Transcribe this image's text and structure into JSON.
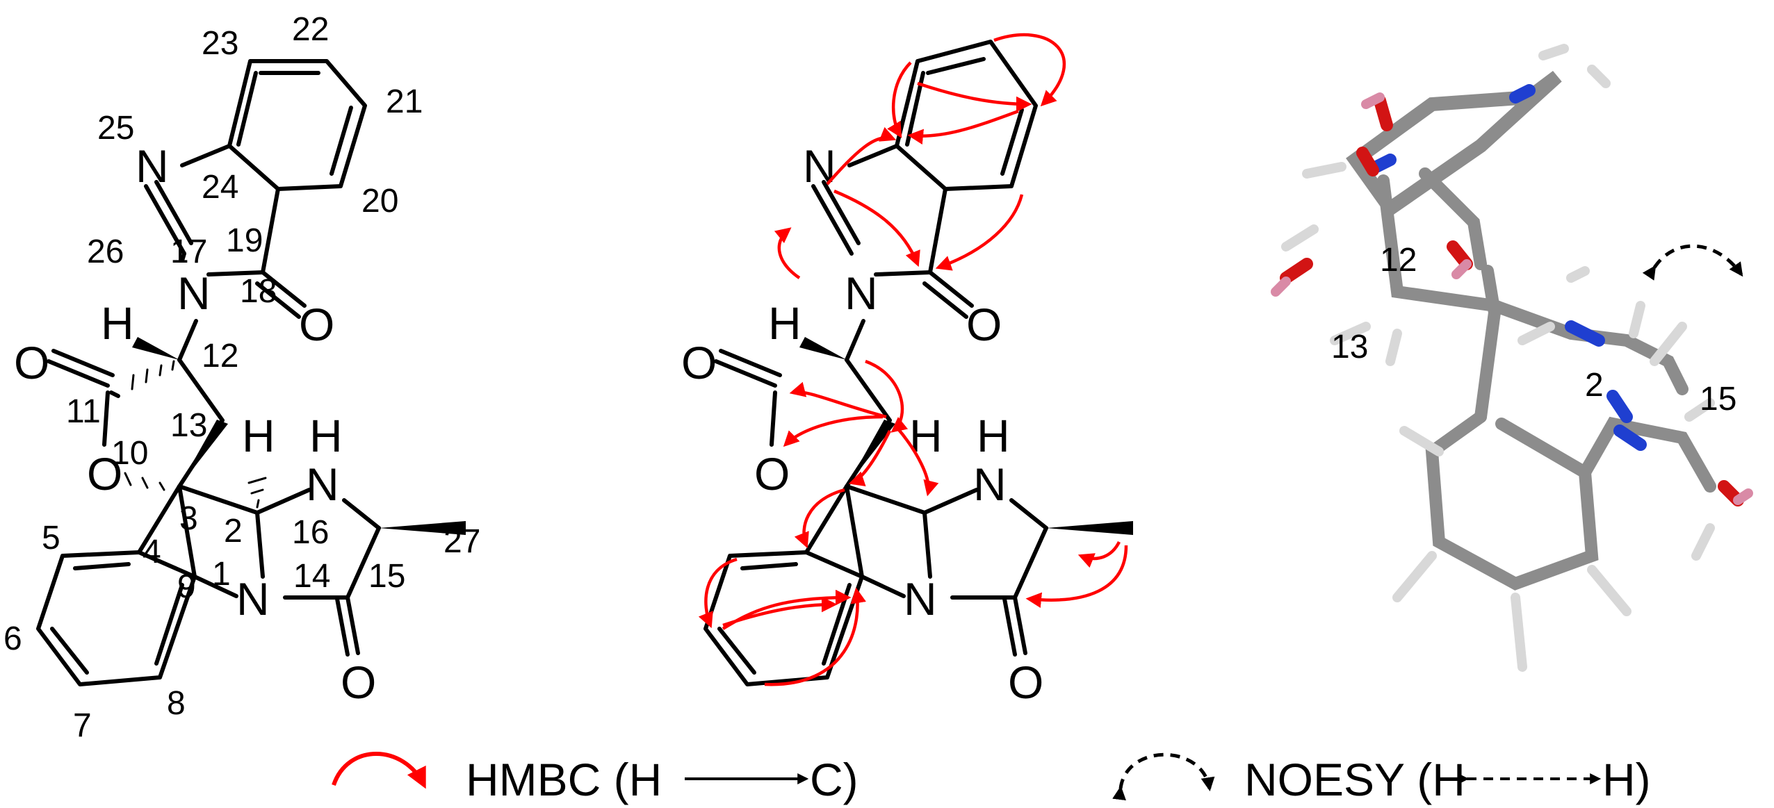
{
  "structure": {
    "atoms": {
      "N": "N",
      "H": "H",
      "O": "O"
    },
    "numbers": [
      "23",
      "22",
      "21",
      "25",
      "24",
      "20",
      "19",
      "26",
      "17",
      "18",
      "12",
      "11",
      "13",
      "10",
      "3",
      "2",
      "16",
      "5",
      "4",
      "9",
      "1",
      "14",
      "15",
      "27",
      "6",
      "7",
      "8"
    ]
  },
  "model3d": {
    "labels": [
      "12",
      "13",
      "2",
      "15"
    ]
  },
  "legend": {
    "hmbc": "HMBC (H",
    "hmbc_end": "C)",
    "noesy": "NOESY (H",
    "noesy_end": "H)"
  },
  "colors": {
    "hmbc": "#ff0000",
    "carbon": "#8c8c8c",
    "nitrogen": "#1f3fd0",
    "oxygen": "#d21414",
    "hydrogen": "#e8e8e8"
  }
}
